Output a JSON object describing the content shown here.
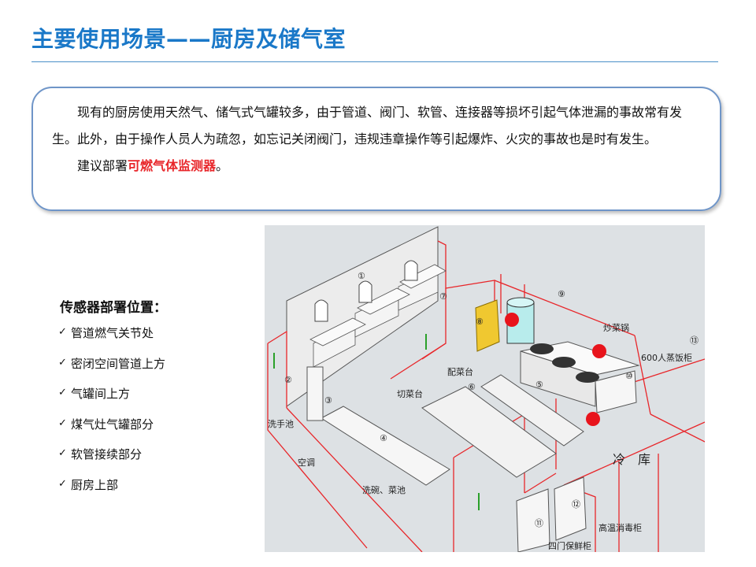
{
  "slide": {
    "title": "主要使用场景——厨房及储气室",
    "intro": {
      "paragraph1": "现有的厨房使用天然气、储气式气罐较多，由于管道、阀门、软管、连接器等损坏引起气体泄漏的事故常有发生。此外，由于操作人员人为疏忽，如忘记关闭阀门，违规违章操作等引起爆炸、火灾的事故也是时有发生。",
      "paragraph2_prefix": "建议部署",
      "paragraph2_highlight": "可燃气体监测器",
      "paragraph2_suffix": "。"
    },
    "sensor_section": {
      "title": "传感器部署位置：",
      "check_glyph": "✓",
      "items": [
        "管道燃气关节处",
        "密闭空间管道上方",
        "气罐间上方",
        "煤气灶气罐部分",
        "软管接续部分",
        "厨房上部"
      ]
    },
    "diagram": {
      "labels": {
        "wok": "炒菜锅",
        "rice_cabinet": "600人蒸饭柜",
        "serving_table": "配菜台",
        "cutting_table": "切菜台",
        "hand_sink": "洗手池",
        "aircon": "空调",
        "wash_sink": "洗碗、菜池",
        "cold_storage": "冷　库",
        "sterilizer": "高温消毒柜",
        "fridge": "四门保鲜柜"
      },
      "markers": [
        "①",
        "②",
        "③",
        "④",
        "⑤",
        "⑥",
        "⑦",
        "⑧",
        "⑨",
        "⑩",
        "⑪",
        "⑫",
        "⑬"
      ]
    },
    "colors": {
      "title": "#1a78c8",
      "highlight": "#e8262a",
      "sensor_dot": "#e8141c",
      "wall_line": "#e8262a",
      "box_border": "#6f95c8"
    }
  }
}
